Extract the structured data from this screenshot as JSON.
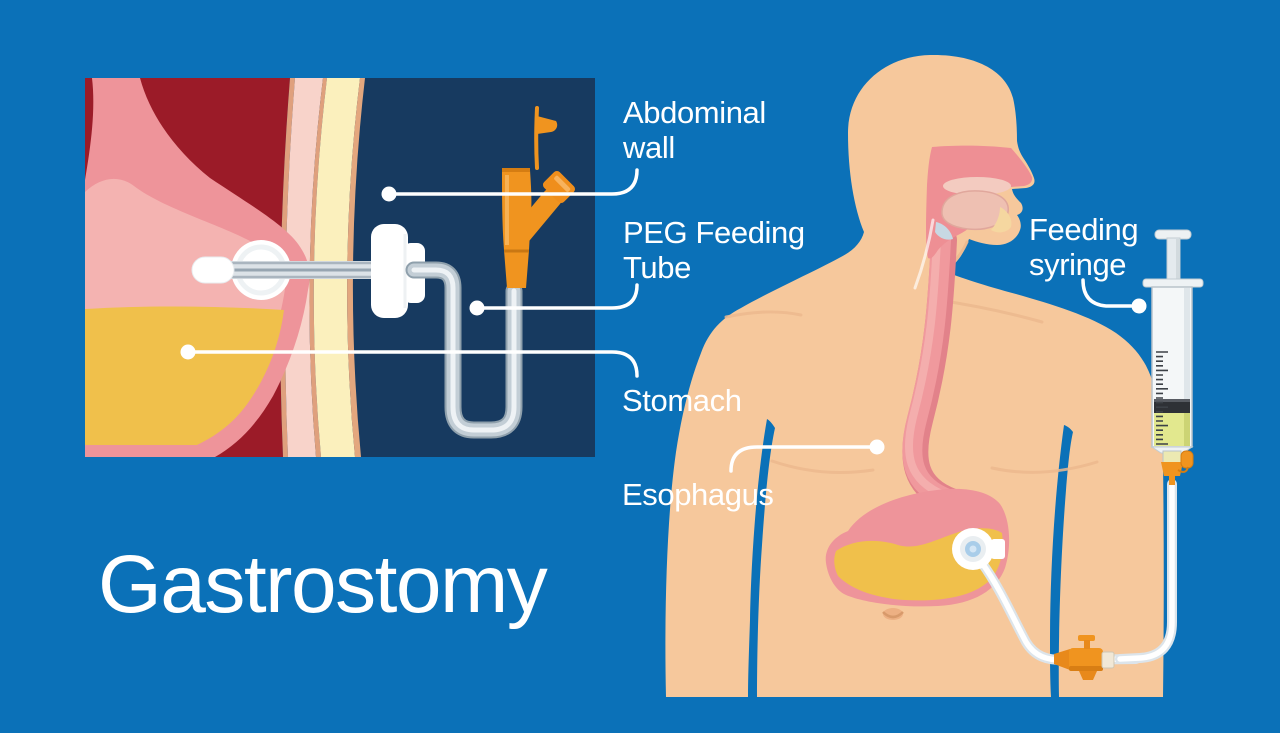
{
  "title": "Gastrostomy",
  "labels": {
    "abdominal_wall_line1": "Abdominal",
    "abdominal_wall_line2": "wall",
    "peg_tube_line1": "PEG Feeding",
    "peg_tube_line2": "Tube",
    "stomach": "Stomach",
    "esophagus": "Esophagus",
    "feeding_syringe_line1": "Feeding",
    "feeding_syringe_line2": "syringe"
  },
  "colors": {
    "background": "#0b71b8",
    "panel_navy": "#173a60",
    "cavity_red": "#9b1b28",
    "wall_pink": "#f8d3ca",
    "wall_cream": "#fbf0bd",
    "wall_tan": "#dfa07d",
    "stomach_pink": "#ee949a",
    "stomach_inner_pink": "#f4b3b1",
    "contents_yellow": "#f0c04b",
    "skin": "#f6c89c",
    "organ_pink": "#ee8f94",
    "tube_orange": "#f0941f",
    "label_white": "#ffffff"
  }
}
